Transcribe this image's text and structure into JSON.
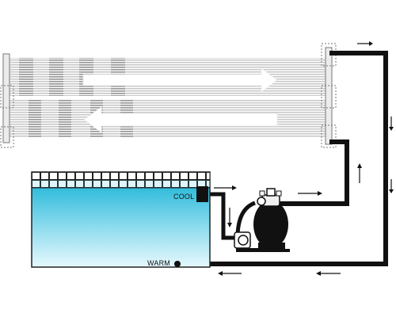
{
  "labels": {
    "cool": "COOL",
    "warm": "WARM"
  },
  "flow_directions": {
    "upper_panel_arrow": "right",
    "lower_panel_arrow": "left",
    "top_pipe": "right",
    "right_pipe": "down",
    "bottom_pipes": "left",
    "panel_return_pipe": "up",
    "pool_outlet": "right",
    "to_pump": "down",
    "pump_to_panels": "right"
  },
  "colors": {
    "pipe": "#111111",
    "panel_tube": "#c7c7c7",
    "panel_dark_band": "#a9a9a9",
    "flow_arrow": "#ffffff",
    "water_top": "#1fb6d8",
    "water_bottom": "#e6f8fd",
    "tile": "#ffffff"
  },
  "components": {
    "solar_panels": 2,
    "pool": 1,
    "sand_filter_pump": 1
  }
}
